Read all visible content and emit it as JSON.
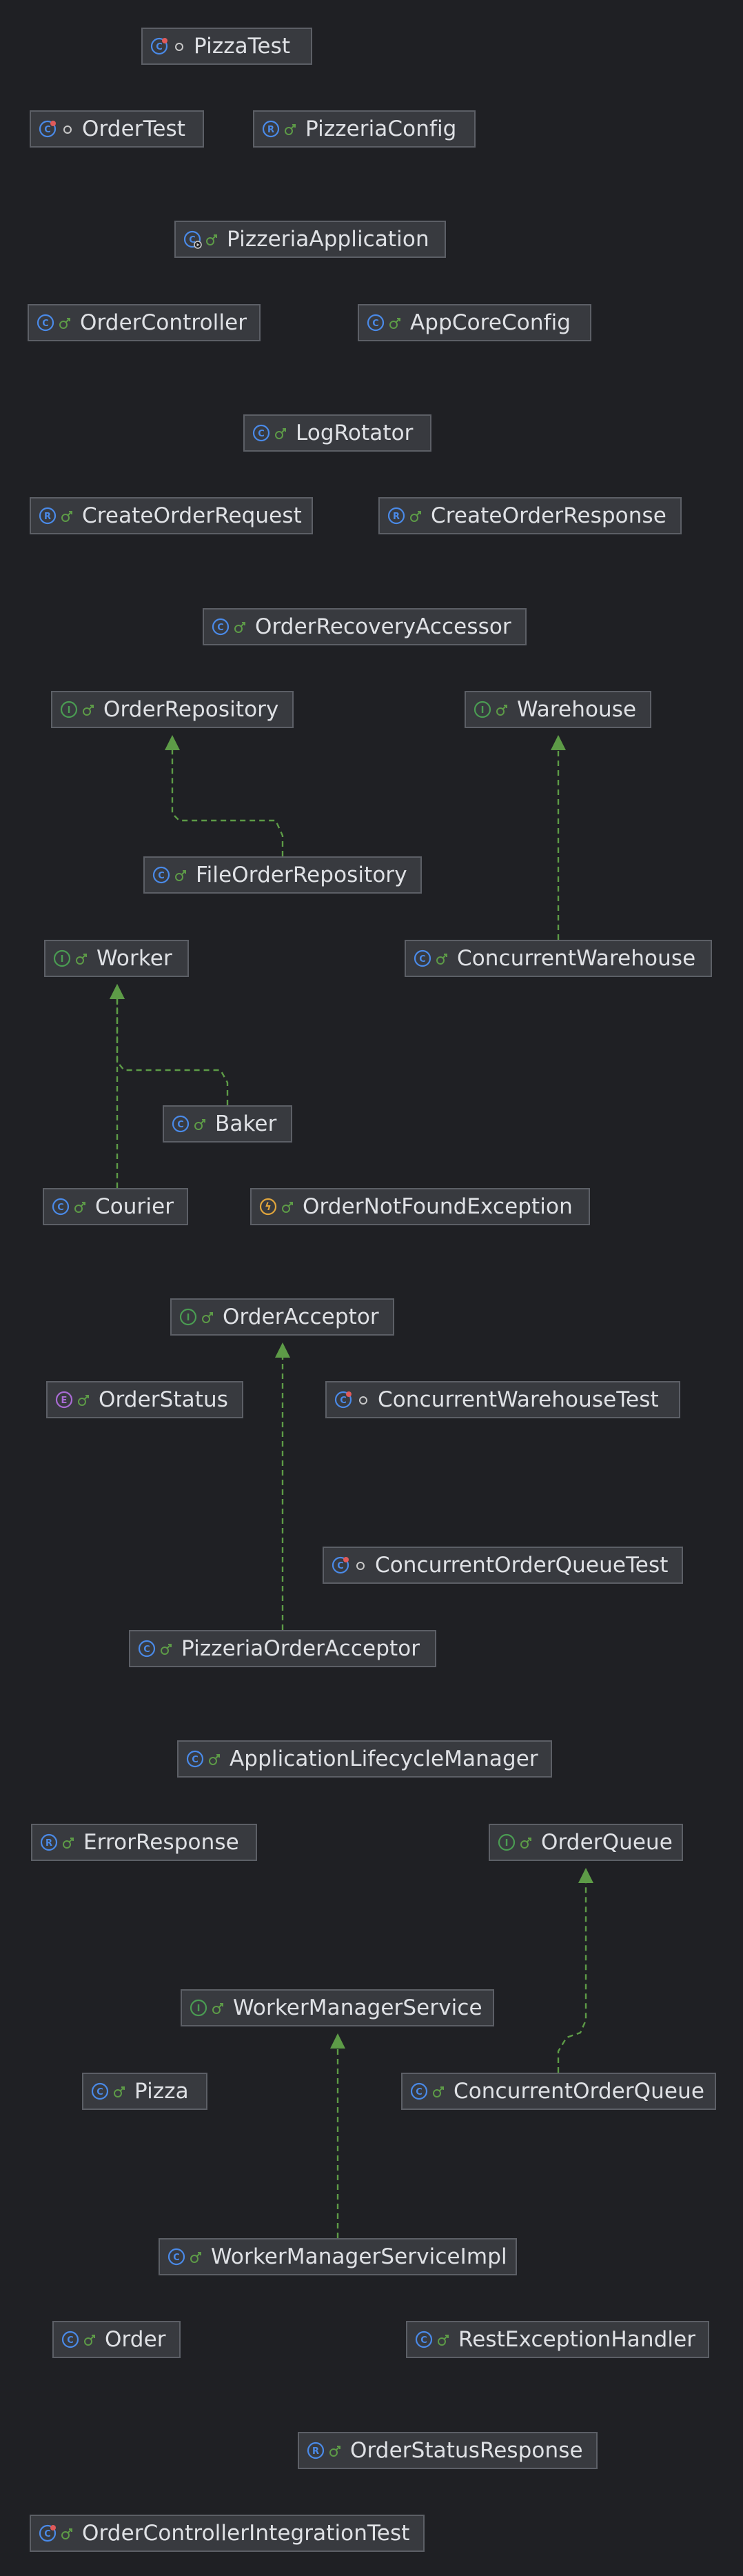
{
  "colors": {
    "background": "#1f2024",
    "node_fill": "#383a3f",
    "node_border": "#5c5f66",
    "label": "#dfe1e5",
    "edge": "#5d9b47",
    "class_icon": "#4a8ae8",
    "interface_icon": "#4a9c52",
    "enum_icon": "#a96bd4",
    "exception_icon": "#e0a53c",
    "visibility_public": "#5d9b47",
    "visibility_package": "#c8c8c8"
  },
  "nodes": [
    {
      "id": "PizzaTest",
      "label": "PizzaTest",
      "kind": "test-class",
      "visibility": "package"
    },
    {
      "id": "OrderTest",
      "label": "OrderTest",
      "kind": "test-class",
      "visibility": "package"
    },
    {
      "id": "PizzeriaConfig",
      "label": "PizzeriaConfig",
      "kind": "record",
      "visibility": "public"
    },
    {
      "id": "PizzeriaApplication",
      "label": "PizzeriaApplication",
      "kind": "main-class",
      "visibility": "public"
    },
    {
      "id": "OrderController",
      "label": "OrderController",
      "kind": "class",
      "visibility": "public"
    },
    {
      "id": "AppCoreConfig",
      "label": "AppCoreConfig",
      "kind": "class",
      "visibility": "public"
    },
    {
      "id": "LogRotator",
      "label": "LogRotator",
      "kind": "class",
      "visibility": "public"
    },
    {
      "id": "CreateOrderRequest",
      "label": "CreateOrderRequest",
      "kind": "record",
      "visibility": "public"
    },
    {
      "id": "CreateOrderResponse",
      "label": "CreateOrderResponse",
      "kind": "record",
      "visibility": "public"
    },
    {
      "id": "OrderRecoveryAccessor",
      "label": "OrderRecoveryAccessor",
      "kind": "class",
      "visibility": "public"
    },
    {
      "id": "OrderRepository",
      "label": "OrderRepository",
      "kind": "interface",
      "visibility": "public"
    },
    {
      "id": "Warehouse",
      "label": "Warehouse",
      "kind": "interface",
      "visibility": "public"
    },
    {
      "id": "FileOrderRepository",
      "label": "FileOrderRepository",
      "kind": "class",
      "visibility": "public"
    },
    {
      "id": "Worker",
      "label": "Worker",
      "kind": "interface",
      "visibility": "public"
    },
    {
      "id": "ConcurrentWarehouse",
      "label": "ConcurrentWarehouse",
      "kind": "class",
      "visibility": "public"
    },
    {
      "id": "Baker",
      "label": "Baker",
      "kind": "class",
      "visibility": "public"
    },
    {
      "id": "Courier",
      "label": "Courier",
      "kind": "class",
      "visibility": "public"
    },
    {
      "id": "OrderNotFoundException",
      "label": "OrderNotFoundException",
      "kind": "exception",
      "visibility": "public"
    },
    {
      "id": "OrderAcceptor",
      "label": "OrderAcceptor",
      "kind": "interface",
      "visibility": "public"
    },
    {
      "id": "OrderStatus",
      "label": "OrderStatus",
      "kind": "enum",
      "visibility": "public"
    },
    {
      "id": "ConcurrentWarehouseTest",
      "label": "ConcurrentWarehouseTest",
      "kind": "test-class",
      "visibility": "package"
    },
    {
      "id": "ConcurrentOrderQueueTest",
      "label": "ConcurrentOrderQueueTest",
      "kind": "test-class",
      "visibility": "package"
    },
    {
      "id": "PizzeriaOrderAcceptor",
      "label": "PizzeriaOrderAcceptor",
      "kind": "class",
      "visibility": "public"
    },
    {
      "id": "ApplicationLifecycleManager",
      "label": "ApplicationLifecycleManager",
      "kind": "class",
      "visibility": "public"
    },
    {
      "id": "ErrorResponse",
      "label": "ErrorResponse",
      "kind": "record",
      "visibility": "public"
    },
    {
      "id": "OrderQueue",
      "label": "OrderQueue",
      "kind": "interface",
      "visibility": "public"
    },
    {
      "id": "WorkerManagerService",
      "label": "WorkerManagerService",
      "kind": "interface",
      "visibility": "public"
    },
    {
      "id": "Pizza",
      "label": "Pizza",
      "kind": "class",
      "visibility": "public"
    },
    {
      "id": "ConcurrentOrderQueue",
      "label": "ConcurrentOrderQueue",
      "kind": "class",
      "visibility": "public"
    },
    {
      "id": "WorkerManagerServiceImpl",
      "label": "WorkerManagerServiceImpl",
      "kind": "class",
      "visibility": "public"
    },
    {
      "id": "Order",
      "label": "Order",
      "kind": "class",
      "visibility": "public"
    },
    {
      "id": "RestExceptionHandler",
      "label": "RestExceptionHandler",
      "kind": "class",
      "visibility": "public"
    },
    {
      "id": "OrderStatusResponse",
      "label": "OrderStatusResponse",
      "kind": "record",
      "visibility": "public"
    },
    {
      "id": "OrderControllerIntegrationTest",
      "label": "OrderControllerIntegrationTest",
      "kind": "test-class",
      "visibility": "public"
    }
  ],
  "edges": [
    {
      "from": "FileOrderRepository",
      "to": "OrderRepository",
      "relation": "implements"
    },
    {
      "from": "ConcurrentWarehouse",
      "to": "Warehouse",
      "relation": "implements"
    },
    {
      "from": "Baker",
      "to": "Worker",
      "relation": "implements"
    },
    {
      "from": "Courier",
      "to": "Worker",
      "relation": "implements"
    },
    {
      "from": "PizzeriaOrderAcceptor",
      "to": "OrderAcceptor",
      "relation": "implements"
    },
    {
      "from": "ConcurrentOrderQueue",
      "to": "OrderQueue",
      "relation": "implements"
    },
    {
      "from": "WorkerManagerServiceImpl",
      "to": "WorkerManagerService",
      "relation": "implements"
    }
  ]
}
